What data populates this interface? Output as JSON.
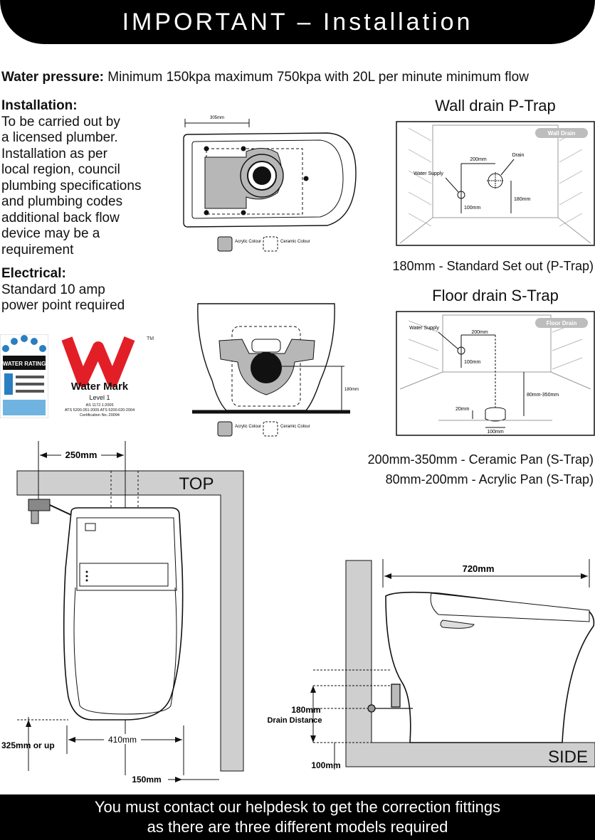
{
  "header": {
    "title": "IMPORTANT – Installation"
  },
  "water_pressure": {
    "label": "Water pressure:",
    "text": "Minimum 150kpa maximum 750kpa with 20L per minute minimum flow"
  },
  "installation": {
    "label": "Installation:",
    "lines": [
      "To be carried out by",
      "a licensed plumber.",
      "Installation as per",
      "local region, council",
      "plumbing specifications",
      "and plumbing codes",
      "additional back flow",
      "device may be a",
      "requirement"
    ]
  },
  "electrical": {
    "label": "Electrical:",
    "lines": [
      "Standard 10 amp",
      "power point required"
    ]
  },
  "badges": {
    "water_rating": {
      "title": "WATER RATING"
    },
    "water_mark": {
      "title": "Water Mark",
      "level": "Level 1",
      "std1": "AS 1172.1:2005",
      "std2": "ATS 5200.051:2005   ATS 5200.020:2004",
      "cert": "Certification No.:20094"
    }
  },
  "top_plan": {
    "width": "305mm",
    "legend_acrylic": "Acrylic Colour",
    "legend_ceramic": "Ceramic Colour"
  },
  "front_view": {
    "height": "180mm",
    "legend_acrylic": "Acrylic Colour",
    "legend_ceramic": "Ceramic Colour"
  },
  "wall_drain": {
    "title": "Wall drain P-Trap",
    "tag": "Wall Drain",
    "drain": "Drain",
    "water_supply": "Water Supply",
    "dim_200": "200mm",
    "dim_180": "180mm",
    "dim_100": "100mm",
    "caption": "180mm - Standard Set out (P-Trap)"
  },
  "floor_drain": {
    "title": "Floor drain S-Trap",
    "tag": "Floor Drain",
    "water_supply": "Water Supply",
    "dim_200": "200mm",
    "dim_100": "100mm",
    "dim_range": "80mm-350mm",
    "dim_20": "20mm",
    "dim_100b": "100mm",
    "caption1": "200mm-350mm - Ceramic Pan (S-Trap)",
    "caption2": "80mm-200mm - Acrylic Pan (S-Trap)"
  },
  "top_view": {
    "label": "TOP",
    "dim_250": "250mm",
    "dim_410": "410mm",
    "dim_325": "325mm or up",
    "dim_150": "150mm"
  },
  "side_view": {
    "label": "SIDE",
    "dim_720": "720mm",
    "dim_180": "180mm",
    "drain_distance": "Drain Distance",
    "dim_100": "100mm"
  },
  "footer": {
    "line1": "You must contact our helpdesk to get the correction fittings",
    "line2": "as there are three different models required"
  },
  "colors": {
    "black": "#000000",
    "grey_wall": "#cfcfcf",
    "watermark_red": "#e21f26",
    "rating_blue": "#2a7fc1"
  }
}
